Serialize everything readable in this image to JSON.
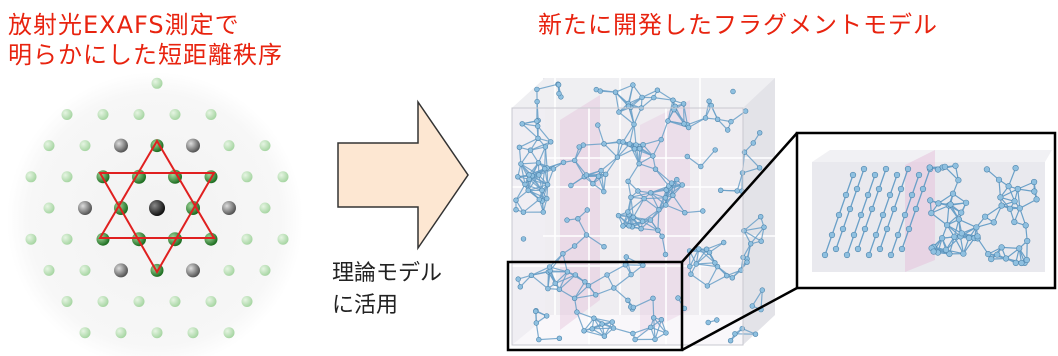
{
  "left_panel": {
    "title_lines": [
      "放射光EXAFS測定で",
      "明らかにした短距離秩序"
    ]
  },
  "middle": {
    "caption_lines": [
      "理論モデル",
      "に活用"
    ]
  },
  "right_panel": {
    "title": "新たに開発したフラグメントモデル"
  },
  "colors": {
    "title_red": "#e8230f",
    "star_red": "#e02020",
    "atom_green": "#2e8b2e",
    "atom_gray": "#777777",
    "arrow_fill": "#fde7d2",
    "node_blue": "#7db3d8"
  }
}
